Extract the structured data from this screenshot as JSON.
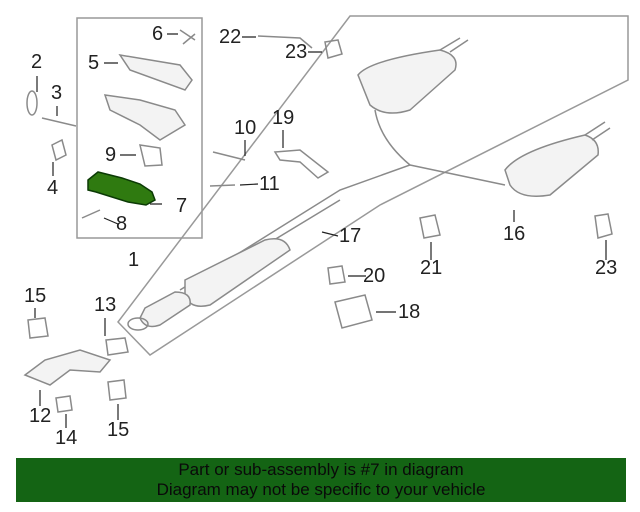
{
  "diagram": {
    "highlighted_part": "7",
    "highlight_color": "#2f7a10",
    "line_color": "#8a8a8a",
    "callouts": {
      "c1": "1",
      "c2": "2",
      "c3": "3",
      "c4": "4",
      "c5": "5",
      "c6": "6",
      "c7": "7",
      "c8": "8",
      "c9": "9",
      "c10": "10",
      "c11": "11",
      "c12": "12",
      "c13": "13",
      "c14": "14",
      "c15a": "15",
      "c15b": "15",
      "c16": "16",
      "c17": "17",
      "c18": "18",
      "c19": "19",
      "c20": "20",
      "c21": "21",
      "c22": "22",
      "c23a": "23",
      "c23b": "23"
    }
  },
  "banner": {
    "line1": "Part or sub-assembly is #7 in diagram",
    "line2": "Diagram may not be specific to your vehicle",
    "background": "#146414"
  }
}
